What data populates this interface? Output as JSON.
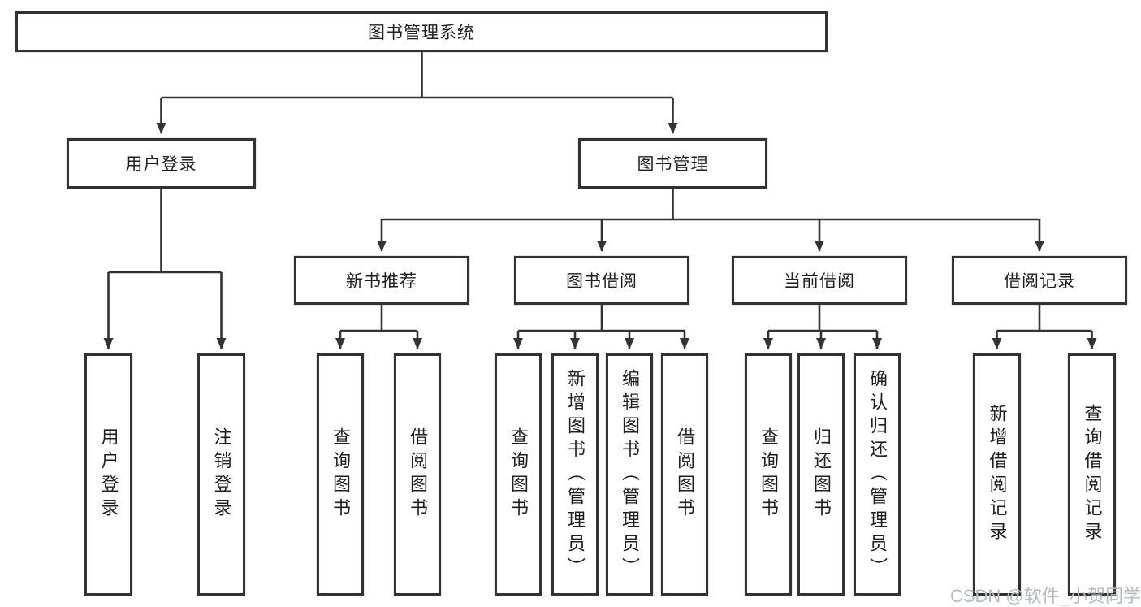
{
  "diagram": {
    "type": "hierarchy-tree",
    "nodes": {
      "root": "图书管理系统",
      "user_login": "用户登录",
      "book_mgmt": "图书管理",
      "new_book_rec": "新书推荐",
      "book_borrow": "图书借阅",
      "current_borrow": "当前借阅",
      "borrow_records": "借阅记录",
      "leaf_user_login": "用户登录",
      "leaf_logout": "注销登录",
      "leaf_query_books_a": "查询图书",
      "leaf_borrow_books_a": "借阅图书",
      "leaf_query_books_b": "查询图书",
      "leaf_add_books": "新增图书（管理员）",
      "leaf_edit_books": "编辑图书（管理员）",
      "leaf_borrow_books_b": "借阅图书",
      "leaf_query_books_c": "查询图书",
      "leaf_return_books": "归还图书",
      "leaf_confirm_return": "确认归还（管理员）",
      "leaf_add_record": "新增借阅记录",
      "leaf_query_record": "查询借阅记录"
    },
    "hierarchy": {
      "root": "图书管理系统",
      "children": [
        {
          "label": "用户登录",
          "children": [
            "用户登录",
            "注销登录"
          ]
        },
        {
          "label": "图书管理",
          "children": [
            {
              "label": "新书推荐",
              "children": [
                "查询图书",
                "借阅图书"
              ]
            },
            {
              "label": "图书借阅",
              "children": [
                "查询图书",
                "新增图书（管理员）",
                "编辑图书（管理员）",
                "借阅图书"
              ]
            },
            {
              "label": "当前借阅",
              "children": [
                "查询图书",
                "归还图书",
                "确认归还（管理员）"
              ]
            },
            {
              "label": "借阅记录",
              "children": [
                "新增借阅记录",
                "查询借阅记录"
              ]
            }
          ]
        }
      ]
    },
    "colors": {
      "line": "#333333",
      "box_border": "#323232",
      "text": "#1f1f1f",
      "background": "#ffffff",
      "watermark": "#b3bac4"
    }
  },
  "watermark": "CSDN @软件_小贺同学"
}
